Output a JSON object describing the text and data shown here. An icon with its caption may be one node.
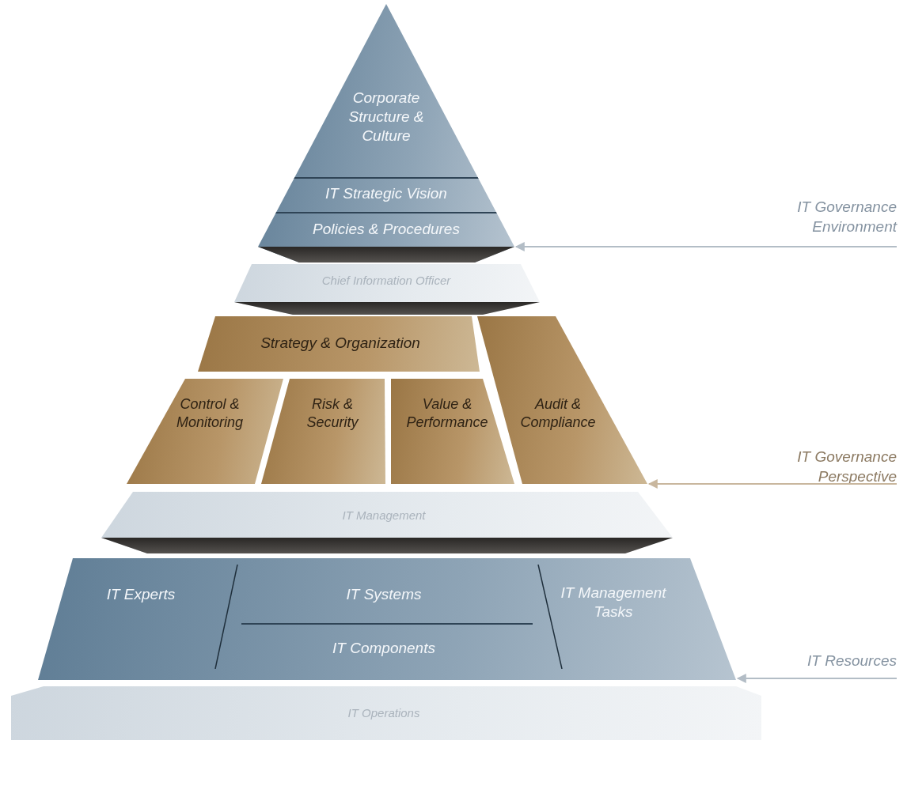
{
  "diagram": {
    "nodes": [
      {
        "text": [
          "Corporate Structure & Culture",
          "IT Strategic Vision",
          "Policies & Procedures"
        ]
      },
      {
        "text": [
          "Chief Information Officer"
        ]
      },
      {
        "text": [
          "Strategy & Organization"
        ]
      },
      {
        "text": [
          "Control & Monitoring"
        ]
      },
      {
        "text": [
          "Risk & Security"
        ]
      },
      {
        "text": [
          "Value & Performance"
        ]
      },
      {
        "text": [
          "Audit & Compliance"
        ]
      },
      {
        "text": [
          "IT Management"
        ]
      },
      {
        "text": [
          "IT Experts",
          "IT Systems",
          "IT Components",
          "IT Management Tasks"
        ]
      },
      {
        "text": [
          "IT Operations"
        ]
      },
      {
        "text": [
          "IT Governance Environment"
        ]
      },
      {
        "text": [
          "IT Governance Perspective"
        ]
      },
      {
        "text": [
          "IT Resources"
        ]
      }
    ],
    "edges": [
      {
        "from": 10,
        "to": 0,
        "arrow": "to"
      },
      {
        "from": 11,
        "to": 6,
        "arrow": "to",
        "color": "#c9b79e"
      },
      {
        "from": 12,
        "to": 8,
        "arrow": "to"
      }
    ]
  }
}
